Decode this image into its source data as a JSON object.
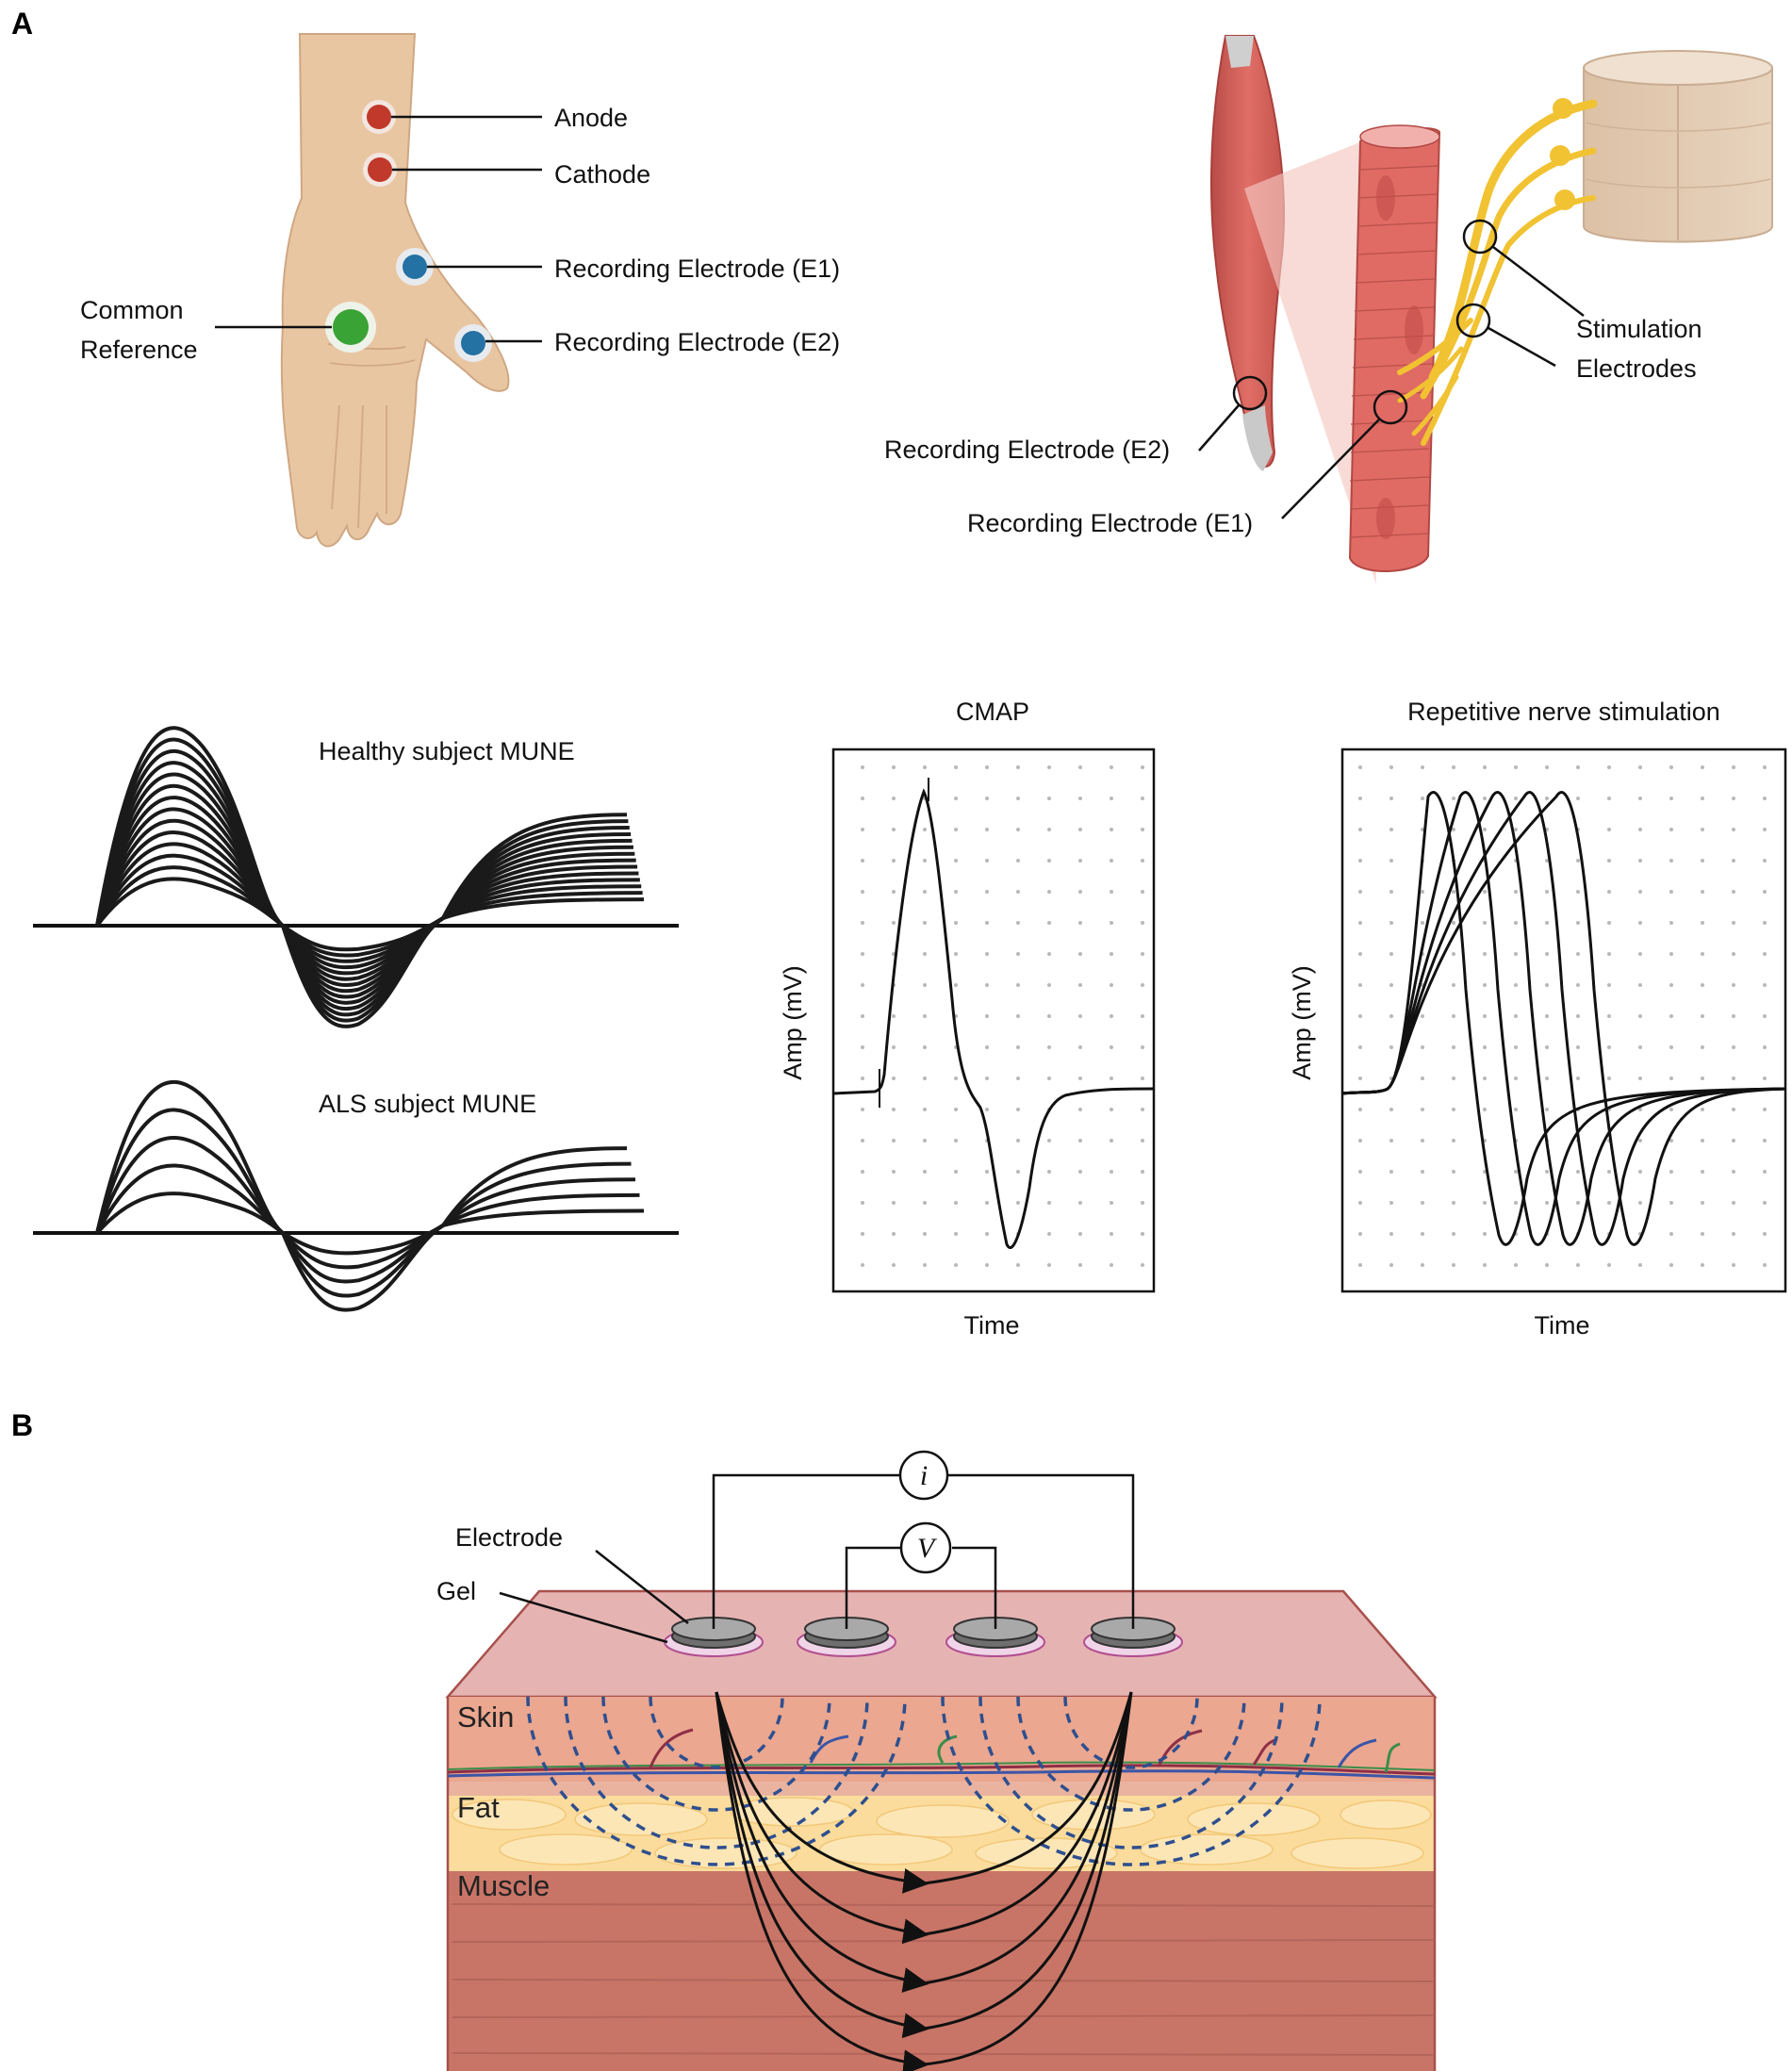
{
  "panel_a": {
    "letter": "A",
    "hand_labels": {
      "anode": "Anode",
      "cathode": "Cathode",
      "e1": "Recording Electrode (E1)",
      "e2": "Recording Electrode (E2)",
      "common_line1": "Common",
      "common_line2": "Reference"
    },
    "nerve_labels": {
      "stim_line1": "Stimulation",
      "stim_line2": "Electrodes",
      "e2": "Recording Electrode (E2)",
      "e1": "Recording Electrode (E1)"
    },
    "mune": {
      "healthy": "Healthy subject MUNE",
      "als": "ALS subject MUNE"
    },
    "cmap": {
      "title": "CMAP",
      "ylabel": "Amp (mV)",
      "xlabel": "Time"
    },
    "rns": {
      "title": "Repetitive nerve stimulation",
      "ylabel": "Amp (mV)",
      "xlabel": "Time"
    },
    "colors": {
      "anode": "#c0392b",
      "cathode": "#c0392b",
      "recording": "#2471a3",
      "reference": "#3aa335",
      "skin_hand": "#e8c4a0",
      "muscle": "#d9605a",
      "nerve": "#f2c530"
    }
  },
  "panel_b": {
    "letter": "B",
    "labels": {
      "electrode": "Electrode",
      "gel": "Gel",
      "current": "i",
      "voltage": "V",
      "skin": "Skin",
      "fat": "Fat",
      "muscle": "Muscle"
    },
    "colors": {
      "skin": "#e9a592",
      "fat": "#fbdc9c",
      "muscle": "#c9776a",
      "field_lines": "#2e4f8f",
      "top_surface": "#e3b1b1"
    }
  },
  "chart_data": [
    {
      "type": "line",
      "name": "CMAP",
      "title": "CMAP",
      "xlabel": "Time",
      "ylabel": "Amp (mV)",
      "grid": "dotted",
      "series": [
        {
          "x": [
            0,
            0.08,
            0.2,
            0.28,
            0.36,
            0.45,
            0.55,
            0.62,
            0.75,
            1.0
          ],
          "y": [
            -0.02,
            0,
            1.0,
            0.6,
            0.05,
            -0.2,
            -0.62,
            -0.3,
            -0.05,
            0
          ]
        }
      ]
    },
    {
      "type": "line",
      "name": "Repetitive nerve stimulation",
      "title": "Repetitive nerve stimulation",
      "xlabel": "Time",
      "ylabel": "Amp (mV)",
      "grid": "dotted",
      "series_count": 5
    }
  ]
}
